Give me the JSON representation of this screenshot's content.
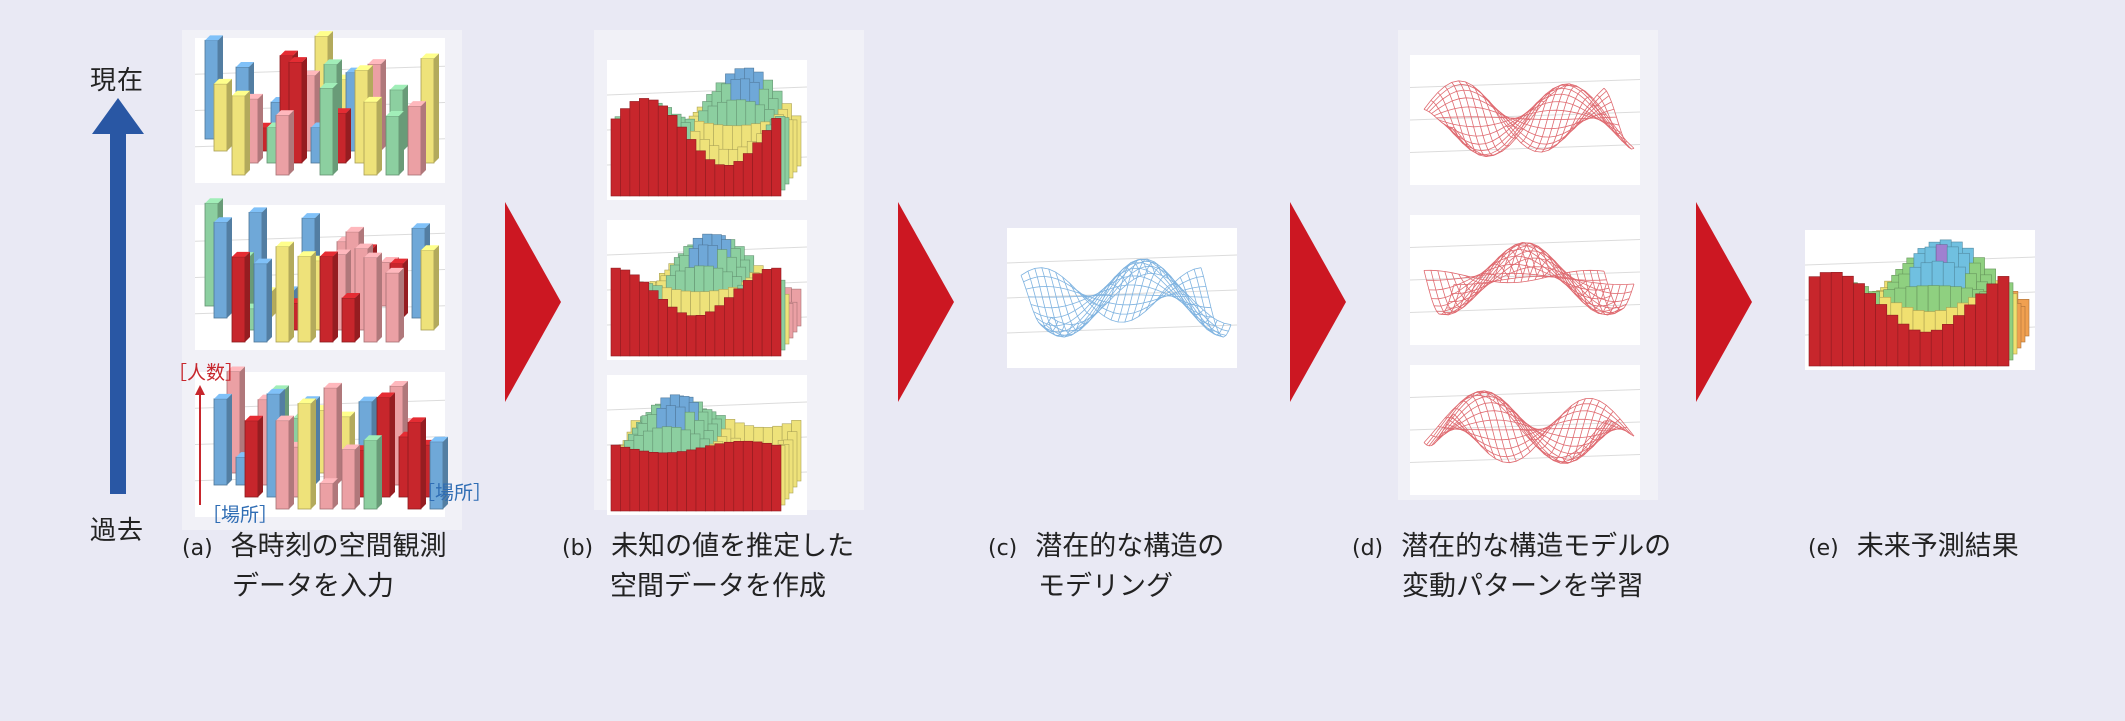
{
  "time_axis": {
    "top_label": "現在",
    "bottom_label": "過去"
  },
  "axis_labels": {
    "count": "［人数］",
    "place_x": "［場所］",
    "place_y": "［場所］"
  },
  "steps": [
    {
      "marker": "(a)",
      "line1": "各時刻の空間観測",
      "line2": "データを入力"
    },
    {
      "marker": "(b)",
      "line1": "未知の値を推定した",
      "line2": "空間データを作成"
    },
    {
      "marker": "(c)",
      "line1": "潜在的な構造の",
      "line2": "モデリング"
    },
    {
      "marker": "(d)",
      "line1": "潜在的な構造モデルの",
      "line2": "変動パターンを学習"
    },
    {
      "marker": "(e)",
      "line1": "未来予測結果",
      "line2": ""
    }
  ],
  "colors": {
    "background": "#e9e9f4",
    "time_arrow": "#2957a4",
    "flow_arrow": "#cc1722",
    "bar_red": "#c7262c",
    "bar_blue": "#6fa8d8",
    "bar_yellow": "#eee27a",
    "bar_green": "#8ccfa0",
    "bar_pink": "#eba0a4",
    "mesh_blue": "#7fb3e0",
    "mesh_red": "#df6a70",
    "count_label": "#c7262c",
    "place_label": "#2f6db4"
  }
}
